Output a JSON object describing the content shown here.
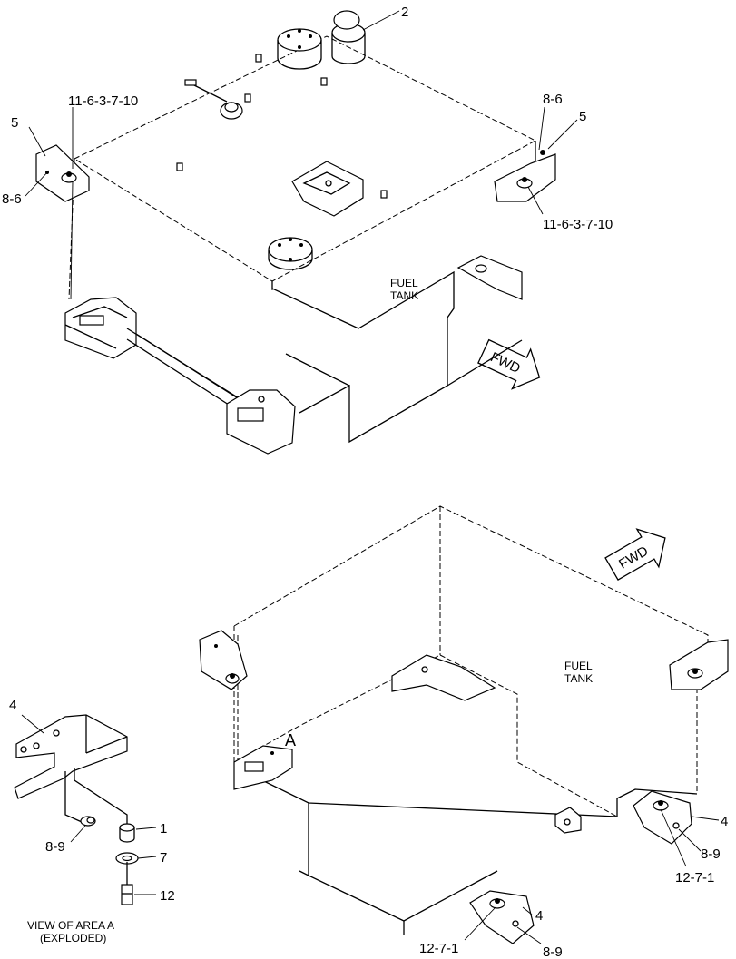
{
  "top_view": {
    "tank_label_line1": "FUEL",
    "tank_label_line2": "TANK",
    "fwd_label": "FWD",
    "callouts": {
      "c2": "2",
      "c11_left": "11-6-3-7-10",
      "c5_left": "5",
      "c86_left": "8-6",
      "c86_right": "8-6",
      "c5_right": "5",
      "c11_right": "11-6-3-7-10"
    }
  },
  "bottom_view": {
    "tank_label_line1": "FUEL",
    "tank_label_line2": "TANK",
    "fwd_label": "FWD",
    "area_label": "A",
    "callouts": {
      "c4_right": "4",
      "c89_right": "8-9",
      "c1271_right": "12-7-1",
      "c4_bottom": "4",
      "c1271_bottom": "12-7-1",
      "c89_bottom": "8-9"
    }
  },
  "detail_view": {
    "caption_line1": "VIEW OF AREA A",
    "caption_line2": "(EXPLODED)",
    "callouts": {
      "c4": "4",
      "c1": "1",
      "c7": "7",
      "c89": "8-9",
      "c12": "12"
    }
  }
}
